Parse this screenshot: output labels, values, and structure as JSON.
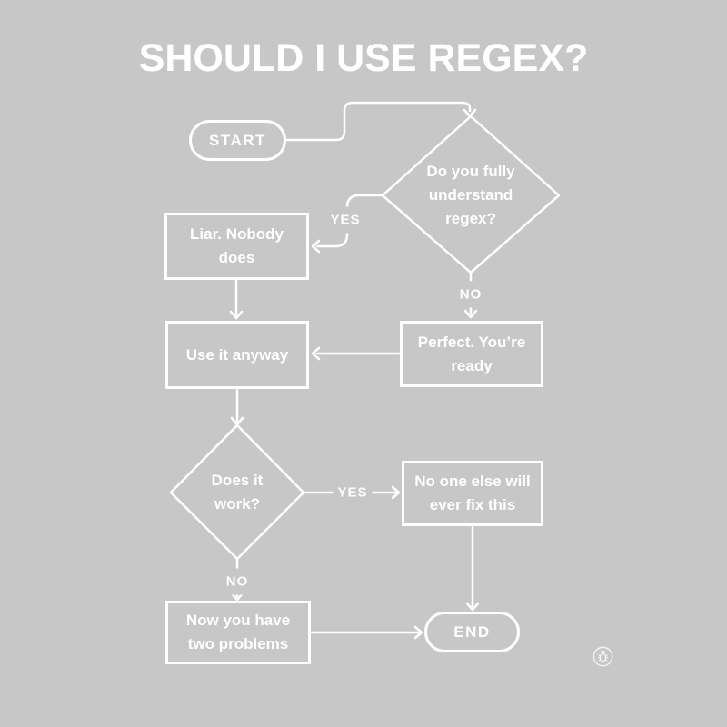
{
  "title": "SHOULD I USE REGEX?",
  "colors": {
    "background": "#c7c7c7",
    "foreground": "#ffffff"
  },
  "nodes": {
    "start": {
      "label": "START",
      "type": "terminator"
    },
    "q_understand": {
      "label": "Do you fully understand regex?",
      "type": "decision"
    },
    "liar": {
      "label": "Liar. Nobody does",
      "type": "process"
    },
    "use_anyway": {
      "label": "Use it anyway",
      "type": "process"
    },
    "perfect": {
      "label": "Perfect. You’re ready",
      "type": "process"
    },
    "q_work": {
      "label": "Does it work?",
      "type": "decision"
    },
    "no_one": {
      "label": "No one else will ever fix this",
      "type": "process"
    },
    "two_problems": {
      "label": "Now you have two problems",
      "type": "process"
    },
    "end": {
      "label": "END",
      "type": "terminator"
    }
  },
  "edge_labels": {
    "understand_yes": "YES",
    "understand_no": "NO",
    "work_yes": "YES",
    "work_no": "NO"
  },
  "watermark": {
    "icon_name": "bug-icon"
  }
}
